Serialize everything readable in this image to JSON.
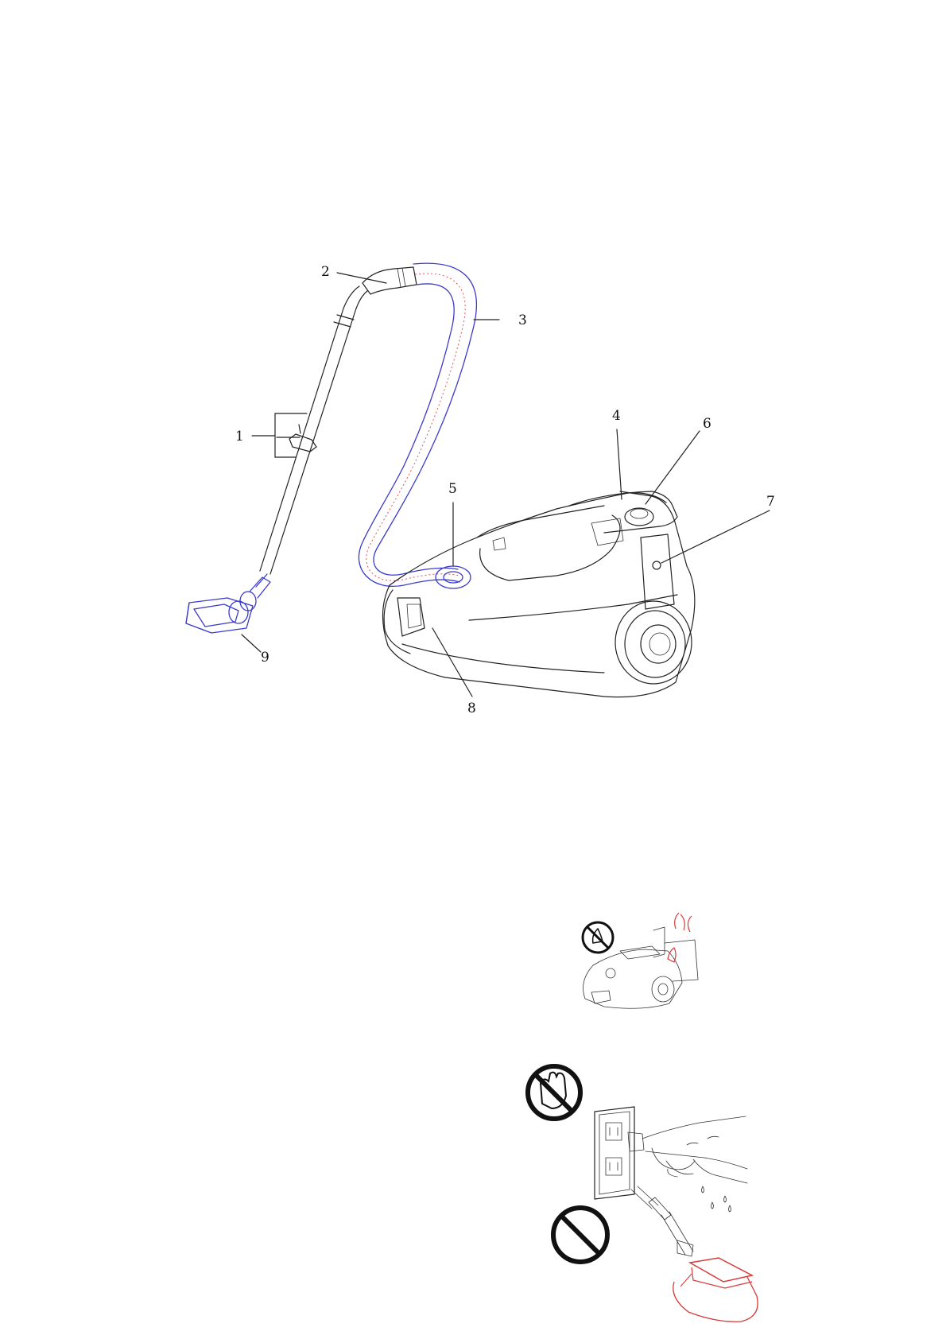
{
  "figure": {
    "callouts": [
      "1",
      "2",
      "3",
      "4",
      "5",
      "6",
      "7",
      "8",
      "9"
    ]
  },
  "warnings": [
    {
      "icon": "no-fire-icon"
    },
    {
      "icon": "no-wet-hands-icon"
    },
    {
      "icon": "prohibited-icon"
    }
  ],
  "colors": {
    "hose": "#d83a3a",
    "accent_blue": "#3a3acb",
    "ink": "#222222"
  }
}
